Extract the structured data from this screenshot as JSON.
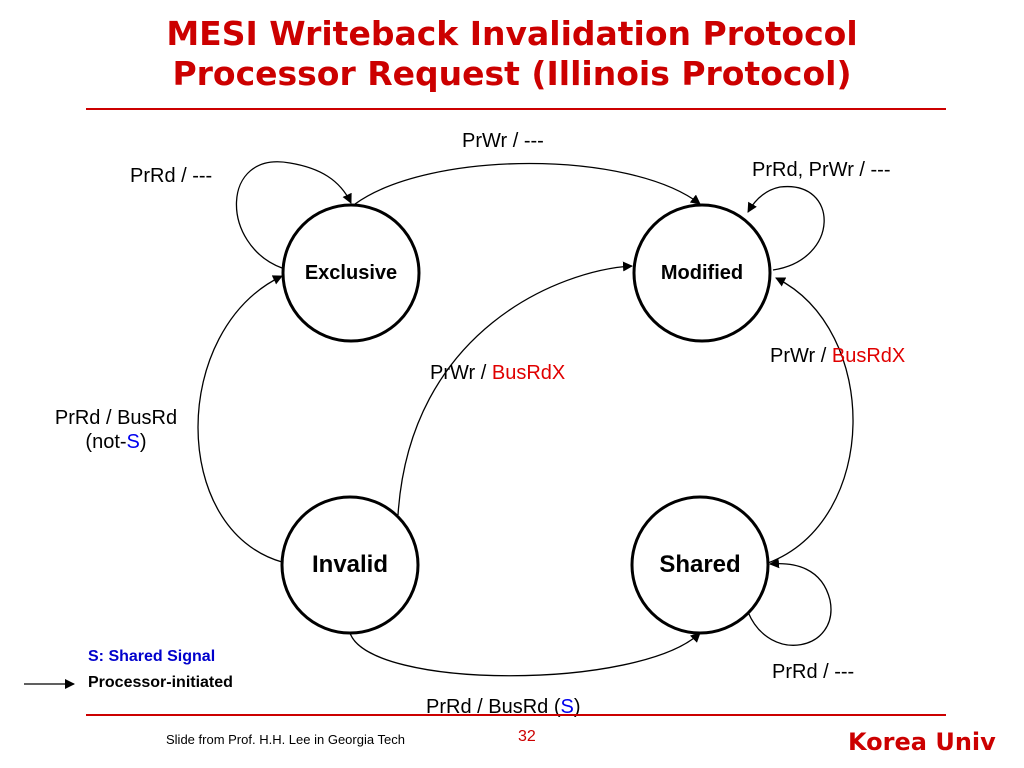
{
  "title": {
    "line1": "MESI Writeback Invalidation Protocol",
    "line2": "Processor Request (Illinois Protocol)"
  },
  "states": {
    "exclusive": "Exclusive",
    "modified": "Modified",
    "invalid": "Invalid",
    "shared": "Shared"
  },
  "transitions": {
    "exclusive_self": "PrRd / ---",
    "exclusive_to_modified": "PrWr / ---",
    "modified_self": "PrRd, PrWr / ---",
    "invalid_to_modified": {
      "event": "PrWr / ",
      "action": "BusRdX"
    },
    "shared_to_modified": {
      "event": "PrWr / ",
      "action": "BusRdX"
    },
    "invalid_to_exclusive": {
      "line1": "PrRd / BusRd",
      "prefix": "(not-",
      "signal": "S",
      "suffix": ")"
    },
    "invalid_to_shared": {
      "prefix": "PrRd / BusRd (",
      "signal": "S",
      "suffix": ")"
    },
    "shared_self": "PrRd / ---"
  },
  "legend": {
    "signal": "S: Shared Signal",
    "arrow": "Processor-initiated"
  },
  "footer": {
    "credit": "Slide from Prof. H.H. Lee in Georgia Tech",
    "page": "32",
    "organization": "Korea Univ"
  },
  "colors": {
    "title": "#cc0000",
    "bus_action": "#e00000",
    "shared_signal": "#0000ee"
  }
}
